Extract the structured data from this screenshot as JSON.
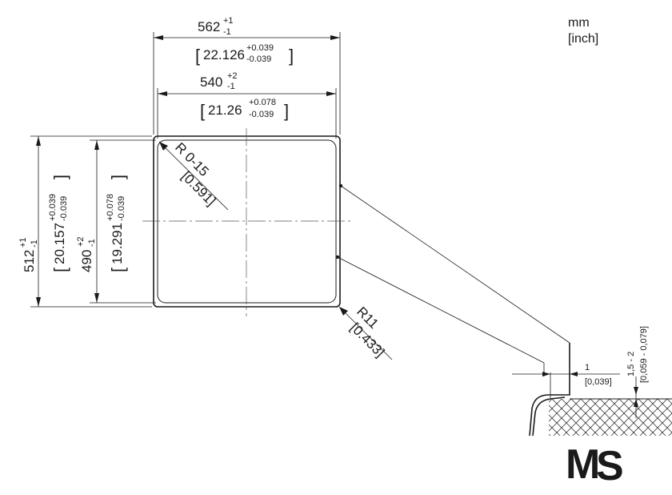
{
  "units": {
    "primary": "mm",
    "secondary": "[inch]"
  },
  "dims": {
    "outer_width": {
      "value": "562",
      "tol_plus": "+1",
      "tol_minus": "-1",
      "inch": "22.126",
      "inch_plus": "+0.039",
      "inch_minus": "-0.039"
    },
    "inner_width": {
      "value": "540",
      "tol_plus": "+2",
      "tol_minus": "-1",
      "inch": "21.26",
      "inch_plus": "+0.078",
      "inch_minus": "-0.039"
    },
    "outer_height": {
      "value": "512",
      "tol_plus": "+1",
      "tol_minus": "-1",
      "inch": "20.157",
      "inch_plus": "+0.039",
      "inch_minus": "-0.039"
    },
    "inner_height": {
      "value": "490",
      "tol_plus": "+2",
      "tol_minus": "-1",
      "inch": "19.291",
      "inch_plus": "+0.078",
      "inch_minus": "-0.039"
    },
    "inner_radius": {
      "label": "R 0-15",
      "inch": "[0.591]"
    },
    "outer_radius": {
      "label": "R11",
      "inch": "[0.433]"
    },
    "rim_offset": {
      "value": "1",
      "inch": "[0,039]"
    },
    "rim_thickness": {
      "value": "1,5 - 2",
      "inch": "[0,059 - 0,079]"
    }
  },
  "logo": {
    "text": "MS",
    "colors": [
      "#8dc63f",
      "#2e3e4e"
    ]
  }
}
